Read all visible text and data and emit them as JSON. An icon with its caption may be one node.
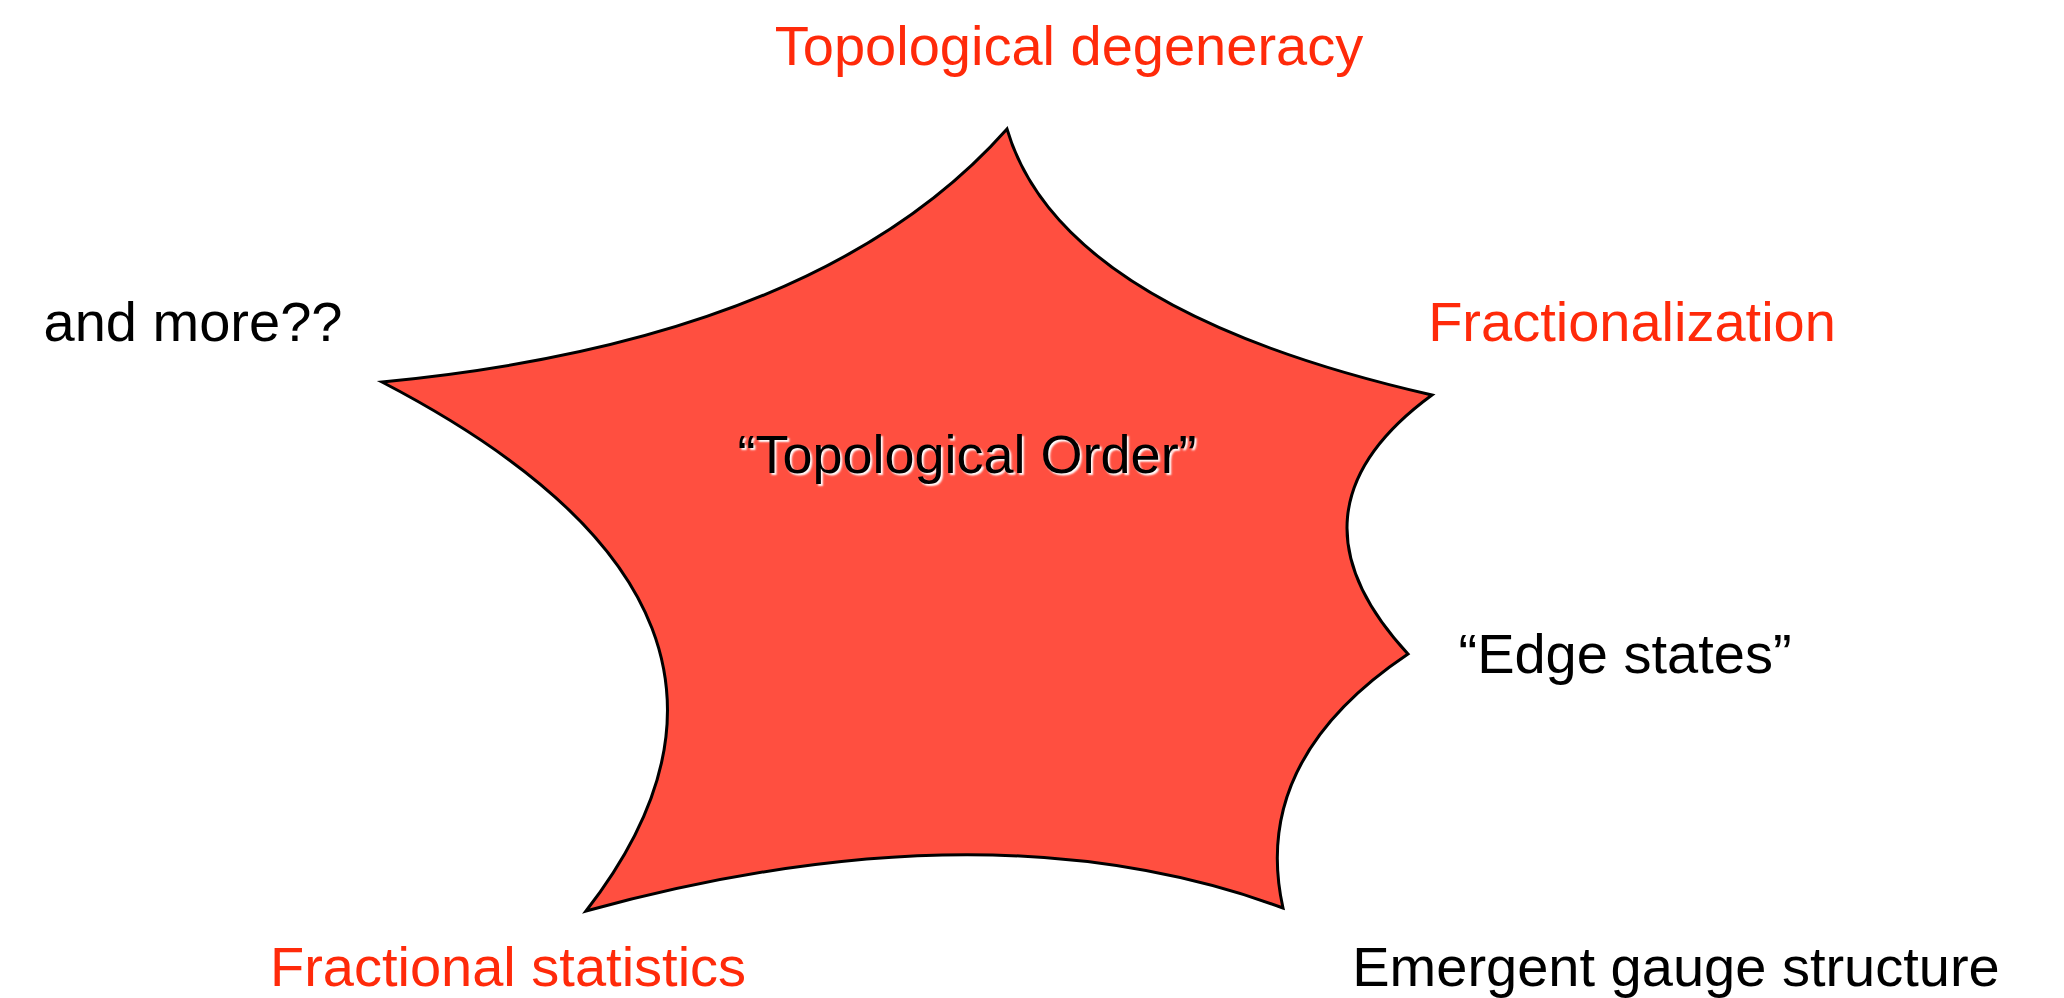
{
  "diagram": {
    "nodes": [
      {
        "text": [
          "“Topological Order”"
        ]
      }
    ],
    "labels": [
      "Topological degeneracy",
      "and more??",
      "Fractionalization",
      "“Edge states”",
      "Fractional statistics",
      "Emergent gauge structure"
    ]
  }
}
